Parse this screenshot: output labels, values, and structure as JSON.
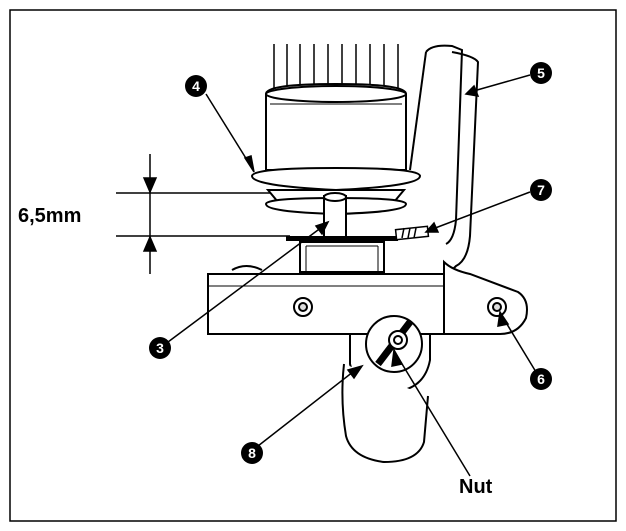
{
  "dimension": {
    "label": "6,5mm"
  },
  "callouts": [
    {
      "id": "3",
      "label": "3"
    },
    {
      "id": "4",
      "label": "4"
    },
    {
      "id": "5",
      "label": "5"
    },
    {
      "id": "6",
      "label": "6"
    },
    {
      "id": "7",
      "label": "7"
    },
    {
      "id": "8",
      "label": "8"
    }
  ],
  "nut_label": "Nut",
  "colors": {
    "line": "#000000",
    "background": "#ffffff"
  }
}
